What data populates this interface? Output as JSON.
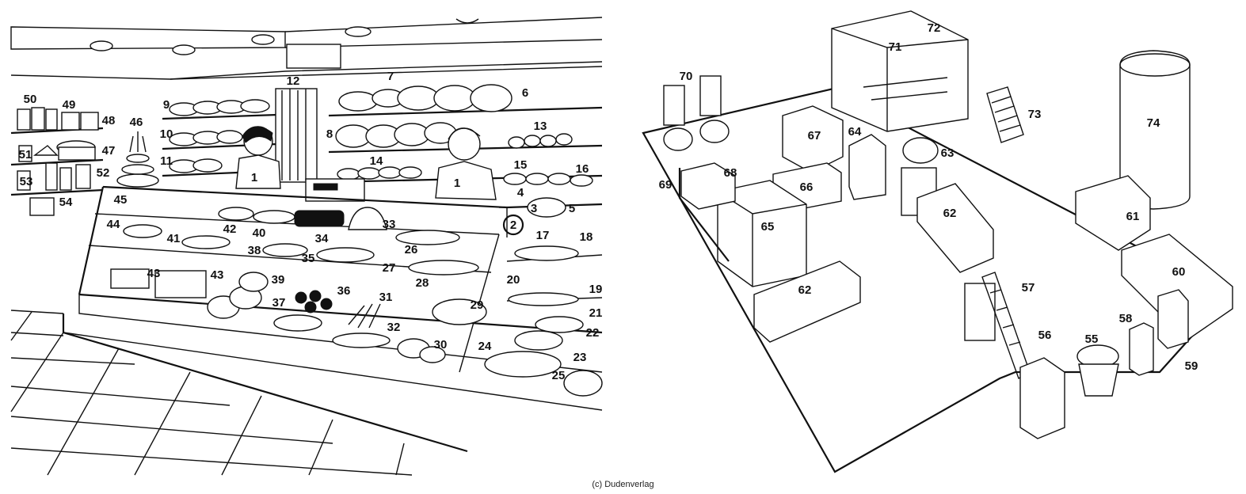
{
  "copyright": "(c) Dudenverlag",
  "shop": {
    "labels": [
      "1",
      "1",
      "2",
      "3",
      "4",
      "5",
      "6",
      "7",
      "8",
      "9",
      "10",
      "11",
      "12",
      "13",
      "14",
      "15",
      "16",
      "17",
      "18",
      "19",
      "20",
      "21",
      "22",
      "23",
      "24",
      "25",
      "26",
      "27",
      "28",
      "29",
      "30",
      "31",
      "32",
      "33",
      "34",
      "35",
      "36",
      "37",
      "38",
      "39",
      "40",
      "41",
      "42",
      "43",
      "43",
      "44",
      "45",
      "46",
      "47",
      "48",
      "49",
      "50",
      "51",
      "52",
      "53",
      "54"
    ]
  },
  "bakery": {
    "labels": [
      "55",
      "56",
      "57",
      "58",
      "59",
      "60",
      "61",
      "62",
      "62",
      "63",
      "64",
      "65",
      "66",
      "67",
      "68",
      "69",
      "70",
      "71",
      "72",
      "73",
      "74"
    ]
  }
}
